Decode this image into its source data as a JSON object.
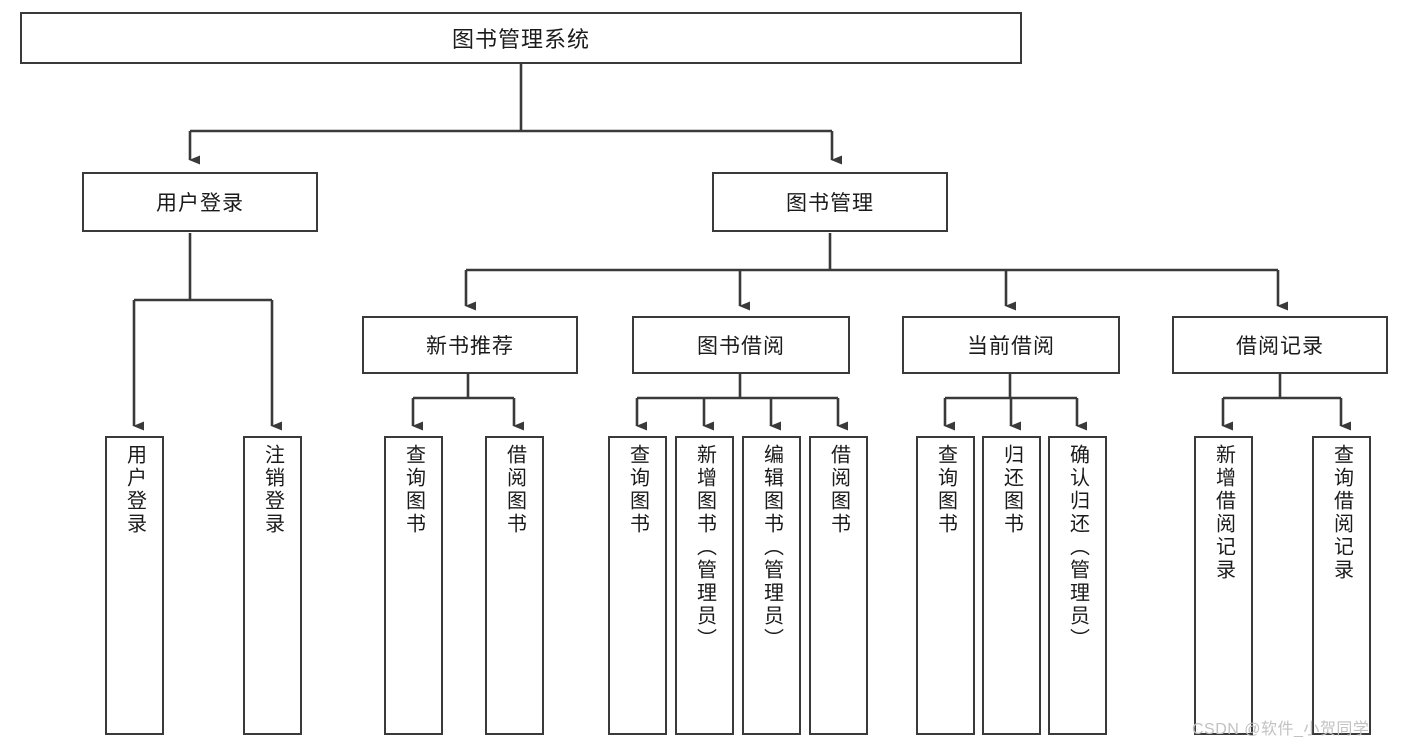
{
  "diagram": {
    "title": "图书管理系统",
    "type": "hierarchy-tree",
    "root": {
      "label": "图书管理系统"
    },
    "level2": [
      {
        "label": "用户登录"
      },
      {
        "label": "图书管理"
      }
    ],
    "level3": [
      {
        "label": "新书推荐"
      },
      {
        "label": "图书借阅"
      },
      {
        "label": "当前借阅"
      },
      {
        "label": "借阅记录"
      }
    ],
    "leaves": {
      "user_login": [
        {
          "label": "用户登录"
        },
        {
          "label": "注销登录"
        }
      ],
      "new_book_recommend": [
        {
          "label": "查询图书"
        },
        {
          "label": "借阅图书"
        }
      ],
      "book_borrow": [
        {
          "label": "查询图书"
        },
        {
          "label": "新增图书（管理员）"
        },
        {
          "label": "编辑图书（管理员）"
        },
        {
          "label": "借阅图书"
        }
      ],
      "current_borrow": [
        {
          "label": "查询图书"
        },
        {
          "label": "归还图书"
        },
        {
          "label": "确认归还（管理员）"
        }
      ],
      "borrow_record": [
        {
          "label": "新增借阅记录"
        },
        {
          "label": "查询借阅记录"
        }
      ]
    }
  },
  "watermark": {
    "text": "CSDN @软件_小贺同学"
  },
  "colors": {
    "border": "#3a3a3a",
    "background": "#ffffff",
    "text": "#1b1b1b",
    "watermark": "#c2c2c2"
  }
}
